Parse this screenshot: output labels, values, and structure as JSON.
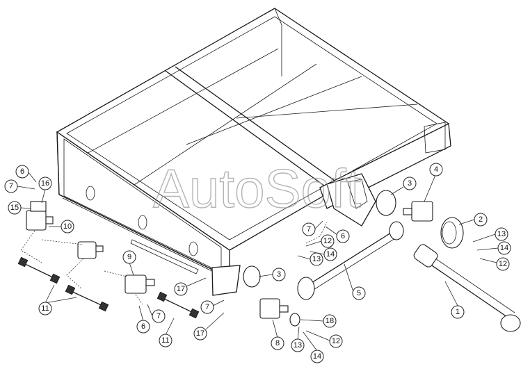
{
  "watermark": "AutoSoft",
  "callouts": [
    {
      "label": "1"
    },
    {
      "label": "2"
    },
    {
      "label": "3"
    },
    {
      "label": "3"
    },
    {
      "label": "4"
    },
    {
      "label": "5"
    },
    {
      "label": "6"
    },
    {
      "label": "6"
    },
    {
      "label": "6"
    },
    {
      "label": "7"
    },
    {
      "label": "7"
    },
    {
      "label": "7"
    },
    {
      "label": "7"
    },
    {
      "label": "8"
    },
    {
      "label": "9"
    },
    {
      "label": "10"
    },
    {
      "label": "11"
    },
    {
      "label": "11"
    },
    {
      "label": "12"
    },
    {
      "label": "12"
    },
    {
      "label": "12"
    },
    {
      "label": "13"
    },
    {
      "label": "13"
    },
    {
      "label": "13"
    },
    {
      "label": "14"
    },
    {
      "label": "14"
    },
    {
      "label": "14"
    },
    {
      "label": "15"
    },
    {
      "label": "16"
    },
    {
      "label": "17"
    },
    {
      "label": "17"
    },
    {
      "label": "18"
    }
  ]
}
